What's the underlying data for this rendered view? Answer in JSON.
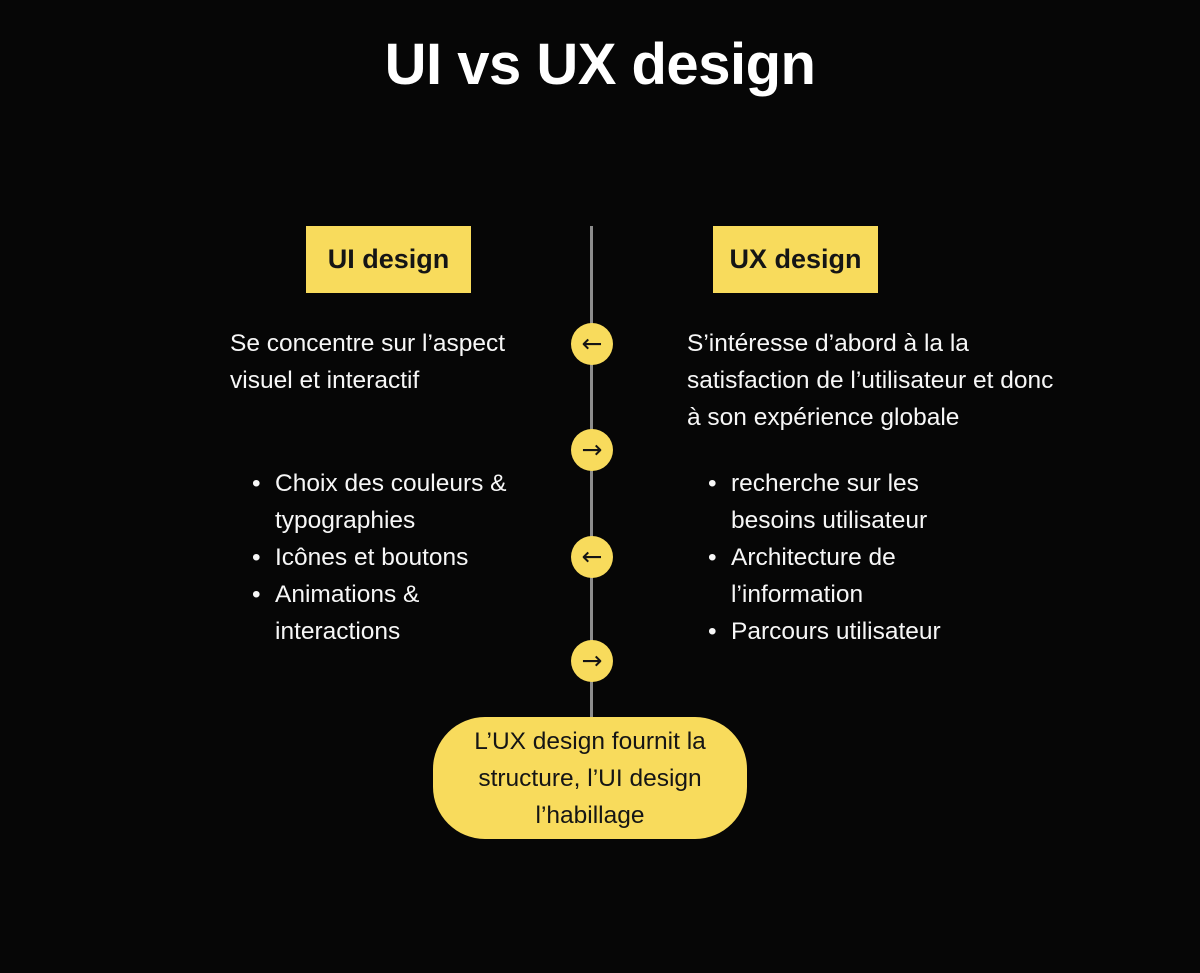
{
  "title": "UI vs UX design",
  "colors": {
    "background": "#060606",
    "accent_yellow": "#F8DB5C",
    "line_gray": "#8C8C8C",
    "text_light": "#F7F7F7",
    "text_dark": "#151515"
  },
  "columns": {
    "ui": {
      "header": "UI design",
      "description_lines": [
        "Se concentre sur l’aspect",
        "visuel et interactif"
      ],
      "bullets": [
        "Choix des couleurs & typographies",
        "Icônes et boutons",
        "Animations & interactions"
      ]
    },
    "ux": {
      "header": "UX design",
      "description_lines": [
        "S’intéresse d’abord à la la",
        "satisfaction de l’utilisateur et donc",
        "à son expérience globale"
      ],
      "bullets": [
        "recherche sur les besoins utilisateur",
        "Architecture de l’information",
        "Parcours utilisateur"
      ]
    }
  },
  "timeline": {
    "arrows": [
      {
        "direction": "left",
        "glyph": "←"
      },
      {
        "direction": "right",
        "glyph": "→"
      },
      {
        "direction": "left",
        "glyph": "←"
      },
      {
        "direction": "right",
        "glyph": "→"
      }
    ]
  },
  "conclusion_lines": [
    "L’UX design fournit la",
    "structure, l’UI design",
    "l’habillage"
  ]
}
